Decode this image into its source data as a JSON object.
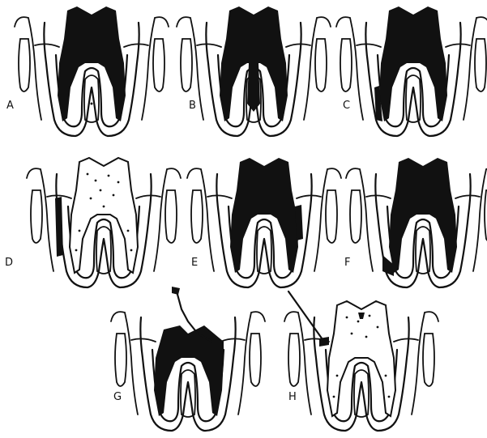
{
  "figure": {
    "panels": [
      {
        "label": "A"
      },
      {
        "label": "B"
      },
      {
        "label": "C"
      },
      {
        "label": "D"
      },
      {
        "label": "E"
      },
      {
        "label": "F"
      },
      {
        "label": "G"
      },
      {
        "label": "H"
      }
    ]
  },
  "colors": {
    "ink": "#111111",
    "background": "#ffffff",
    "speckle": "#ffffff"
  }
}
